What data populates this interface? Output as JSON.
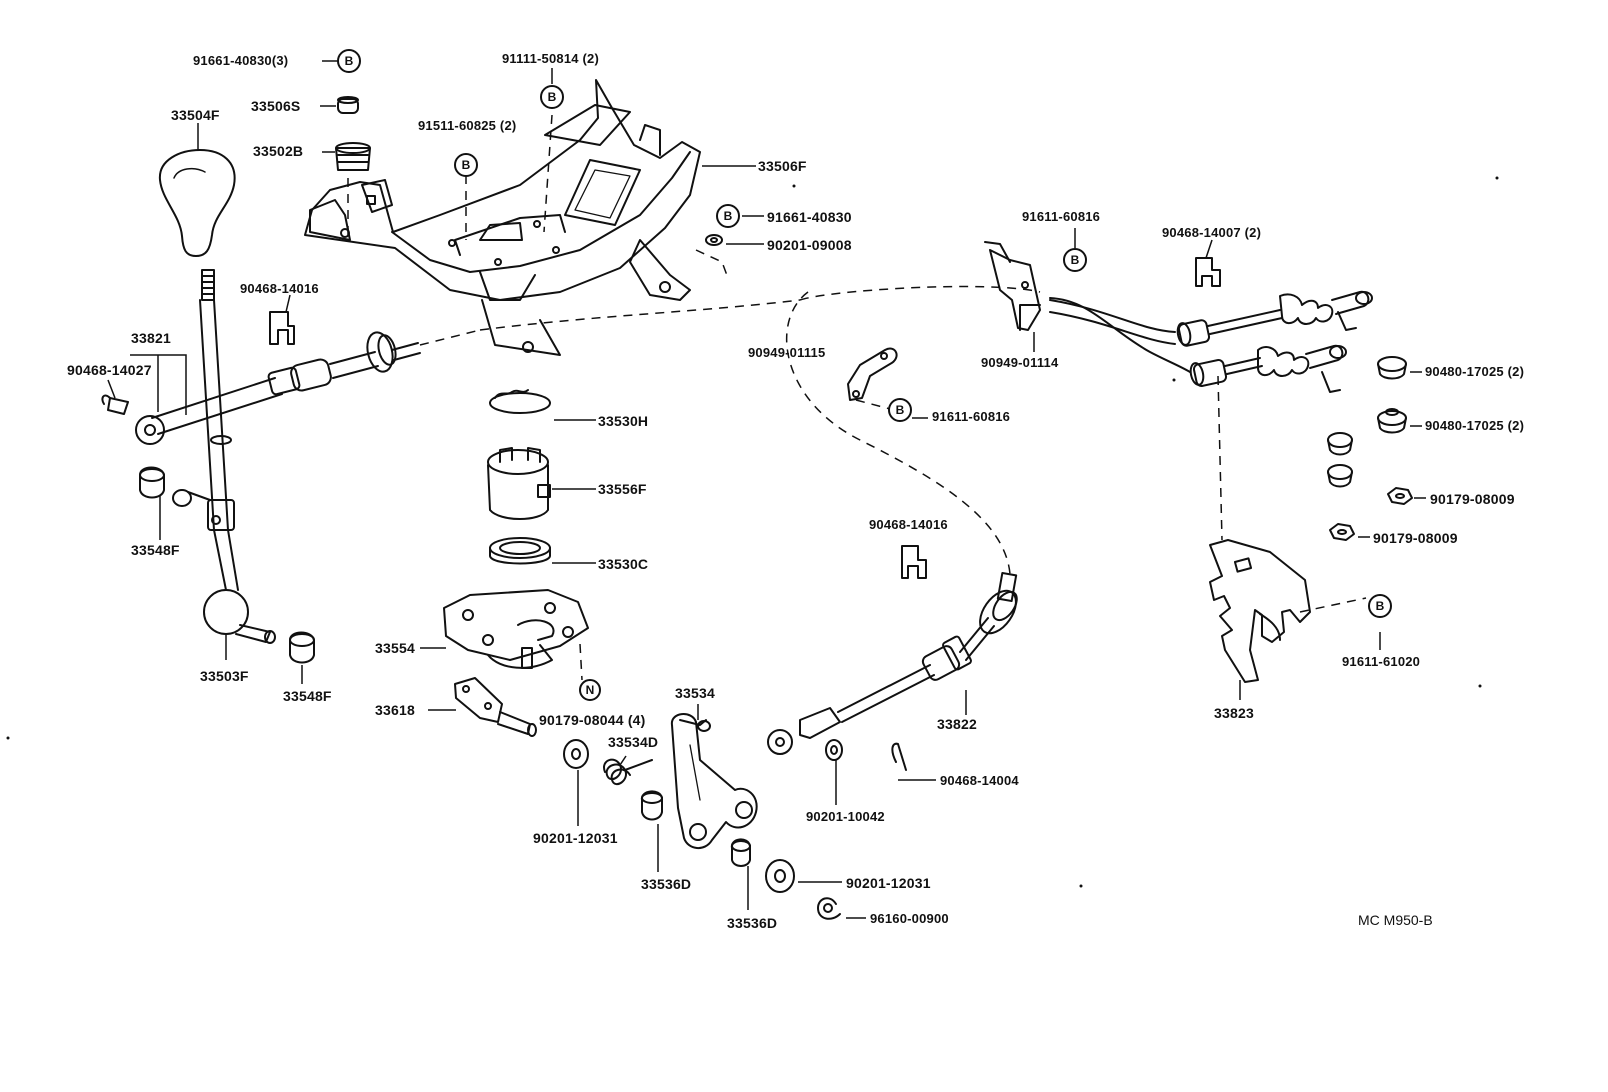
{
  "diagram_ref": "MC M950-B",
  "markers": {
    "b": "B",
    "n": "N"
  },
  "labels": {
    "p_91661_40830_3": "91661-40830(3)",
    "p_33506S": "33506S",
    "p_33504F": "33504F",
    "p_33502B": "33502B",
    "p_91111_50814": "91111-50814 (2)",
    "p_91511_60825": "91511-60825 (2)",
    "p_33506F": "33506F",
    "p_91661_40830": "91661-40830",
    "p_90201_09008": "90201-09008",
    "p_91611_60816_a": "91611-60816",
    "p_90468_14007": "90468-14007 (2)",
    "p_90468_14016_a": "90468-14016",
    "p_33821": "33821",
    "p_90468_14027": "90468-14027",
    "p_90949_01115": "90949-01115",
    "p_90949_01114": "90949-01114",
    "p_91611_60816_b": "91611-60816",
    "p_90480_17025_a": "90480-17025 (2)",
    "p_90480_17025_b": "90480-17025 (2)",
    "p_33530H": "33530H",
    "p_33556F": "33556F",
    "p_90179_08009_a": "90179-08009",
    "p_33548F_a": "33548F",
    "p_90468_14016_b": "90468-14016",
    "p_33530C": "33530C",
    "p_90179_08009_b": "90179-08009",
    "p_91611_61020": "91611-61020",
    "p_33554": "33554",
    "p_33503F": "33503F",
    "p_33548F_b": "33548F",
    "p_33534": "33534",
    "p_33618": "33618",
    "p_90179_08044": "90179-08044 (4)",
    "p_33534D": "33534D",
    "p_33822": "33822",
    "p_33823": "33823",
    "p_90468_14004": "90468-14004",
    "p_90201_10042": "90201-10042",
    "p_90201_12031_a": "90201-12031",
    "p_33536D_a": "33536D",
    "p_90201_12031_b": "90201-12031",
    "p_33536D_b": "33536D",
    "p_96160_00900": "96160-00900"
  }
}
